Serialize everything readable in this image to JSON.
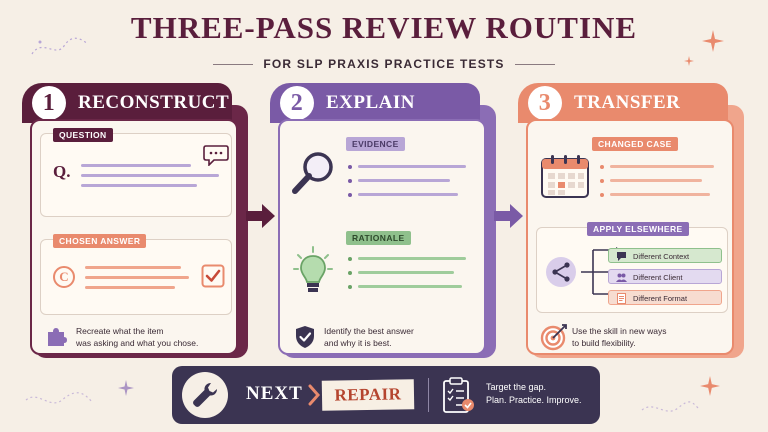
{
  "title": "THREE-PASS REVIEW ROUTINE",
  "subtitle": "FOR SLP PRAXIS PRACTICE TESTS",
  "steps": [
    {
      "number": "1",
      "label": "RECONSTRUCT",
      "tag_top": "QUESTION",
      "question_mark": "Q.",
      "tag_bottom": "CHOSEN ANSWER",
      "answer_mark": "C",
      "caption_line1": "Recreate what the item",
      "caption_line2": "was asking and what you chose."
    },
    {
      "number": "2",
      "label": "EXPLAIN",
      "tag_top": "EVIDENCE",
      "tag_bottom": "RATIONALE",
      "caption_line1": "Identify the best answer",
      "caption_line2": "and why it is best."
    },
    {
      "number": "3",
      "label": "TRANSFER",
      "tag_top": "CHANGED CASE",
      "tag_bottom": "APPLY ELSEWHERE",
      "options": [
        "Different Context",
        "Different Client",
        "Different Format"
      ],
      "caption_line1": "Use the skill in new ways",
      "caption_line2": "to build flexibility."
    }
  ],
  "bottom": {
    "next": "NEXT",
    "repair": "REPAIR",
    "line1": "Target the gap.",
    "line2": "Plan. Practice. Improve."
  },
  "colors": {
    "reconstruct": "#5a1e3c",
    "explain": "#7a5aa6",
    "transfer": "#e98a6d",
    "evidence_tag": "#b8a6d6",
    "rationale_tag": "#8fc08c",
    "bar": "#3b3452"
  },
  "icons": {
    "question": "speech-bubble-icon",
    "answer": "checkbox-icon",
    "caption1": "puzzle-icon",
    "evidence": "magnifier-icon",
    "rationale": "lightbulb-icon",
    "caption2": "shield-check-icon",
    "changed_case": "calendar-icon",
    "apply": "share-icon",
    "caption3": "target-icon",
    "bar_left": "wrench-icon",
    "bar_right": "clipboard-check-icon"
  }
}
